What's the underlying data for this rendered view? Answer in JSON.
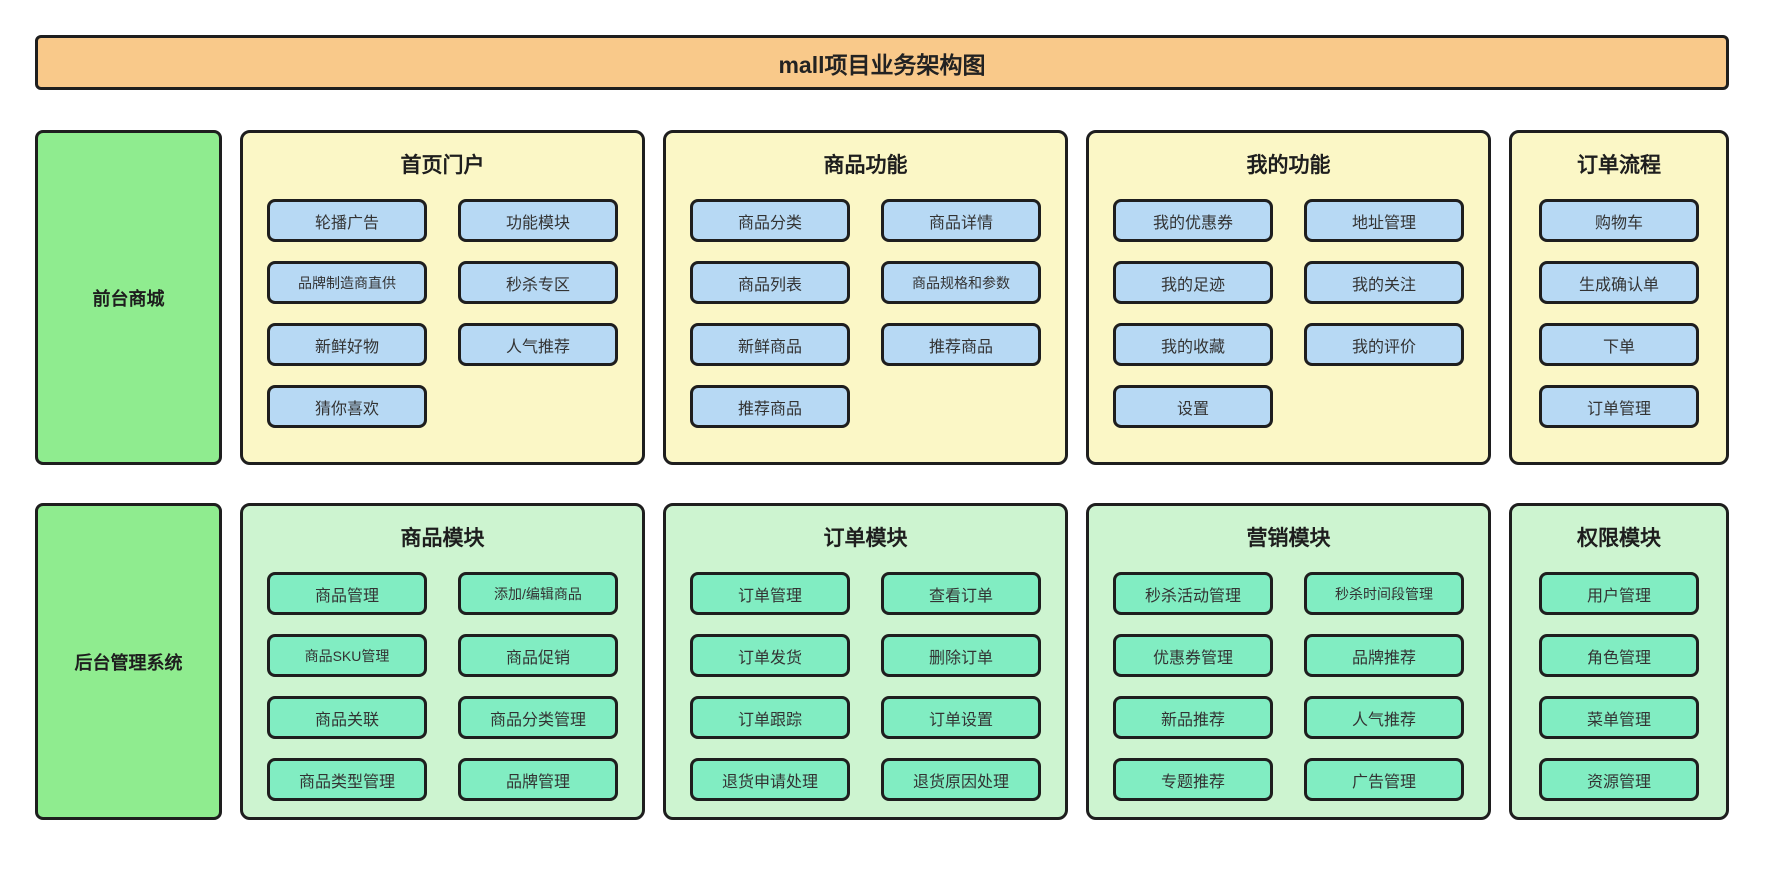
{
  "title": "mall项目业务架构图",
  "colors": {
    "header_bg": "#F9C98A",
    "frontend_panel_bg": "#FBF7C6",
    "frontend_button_bg": "#B7D9F4",
    "backend_panel_bg": "#CDF4D0",
    "backend_button_bg": "#81EDC2",
    "row_label_bg": "#8FEC8F",
    "border": "#1E1E1E"
  },
  "rows": [
    {
      "label": "前台商城",
      "theme": "frontend",
      "panels": [
        {
          "key": "home-portal",
          "title": "首页门户",
          "columns": 2,
          "buttons": [
            "轮播广告",
            "功能模块",
            "品牌制造商直供",
            "秒杀专区",
            "新鲜好物",
            "人气推荐",
            "猜你喜欢"
          ]
        },
        {
          "key": "product-features",
          "title": "商品功能",
          "columns": 2,
          "buttons": [
            "商品分类",
            "商品详情",
            "商品列表",
            "商品规格和参数",
            "新鲜商品",
            "推荐商品",
            "推荐商品"
          ]
        },
        {
          "key": "my-features",
          "title": "我的功能",
          "columns": 2,
          "buttons": [
            "我的优惠券",
            "地址管理",
            "我的足迹",
            "我的关注",
            "我的收藏",
            "我的评价",
            "设置"
          ]
        },
        {
          "key": "order-flow",
          "title": "订单流程",
          "columns": 1,
          "buttons": [
            "购物车",
            "生成确认单",
            "下单",
            "订单管理"
          ]
        }
      ]
    },
    {
      "label": "后台管理系统",
      "theme": "backend",
      "panels": [
        {
          "key": "product-module",
          "title": "商品模块",
          "columns": 2,
          "buttons": [
            "商品管理",
            "添加/编辑商品",
            "商品SKU管理",
            "商品促销",
            "商品关联",
            "商品分类管理",
            "商品类型管理",
            "品牌管理"
          ]
        },
        {
          "key": "order-module",
          "title": "订单模块",
          "columns": 2,
          "buttons": [
            "订单管理",
            "查看订单",
            "订单发货",
            "删除订单",
            "订单跟踪",
            "订单设置",
            "退货申请处理",
            "退货原因处理"
          ]
        },
        {
          "key": "marketing-module",
          "title": "营销模块",
          "columns": 2,
          "buttons": [
            "秒杀活动管理",
            "秒杀时间段管理",
            "优惠券管理",
            "品牌推荐",
            "新品推荐",
            "人气推荐",
            "专题推荐",
            "广告管理"
          ]
        },
        {
          "key": "permission-module",
          "title": "权限模块",
          "columns": 1,
          "buttons": [
            "用户管理",
            "角色管理",
            "菜单管理",
            "资源管理"
          ]
        }
      ]
    }
  ]
}
